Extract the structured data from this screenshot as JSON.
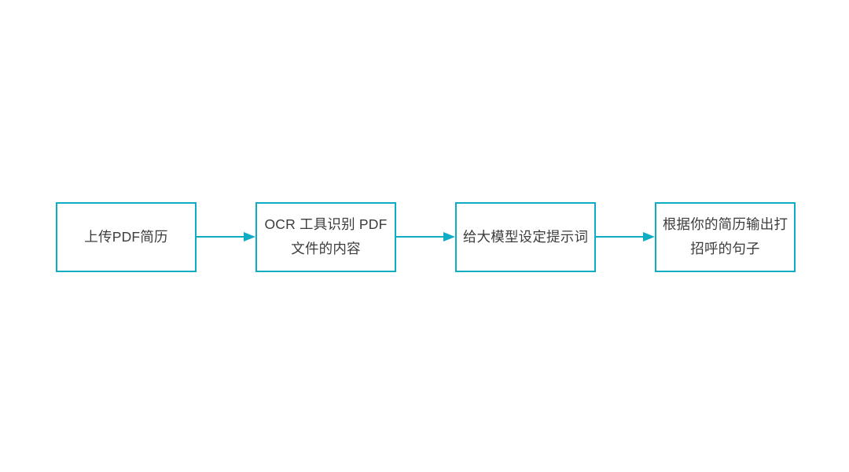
{
  "diagram": {
    "type": "horizontal-flow",
    "background_color": "#ffffff",
    "accent_color": "#0fadc4",
    "text_color": "#3c3c3c",
    "nodes": [
      {
        "id": "upload",
        "label": "上传PDF简历"
      },
      {
        "id": "ocr",
        "label": "OCR 工具识别 PDF 文件的内容"
      },
      {
        "id": "prompt",
        "label": "给大模型设定提示词"
      },
      {
        "id": "output",
        "label": "根据你的简历输出打招呼的句子"
      }
    ],
    "connectors": [
      {
        "id": "arrow-1",
        "from": "upload",
        "to": "ocr",
        "glyph": "arrow-right-icon"
      },
      {
        "id": "arrow-2",
        "from": "ocr",
        "to": "prompt",
        "glyph": "arrow-right-icon"
      },
      {
        "id": "arrow-3",
        "from": "prompt",
        "to": "output",
        "glyph": "arrow-right-icon"
      }
    ]
  }
}
